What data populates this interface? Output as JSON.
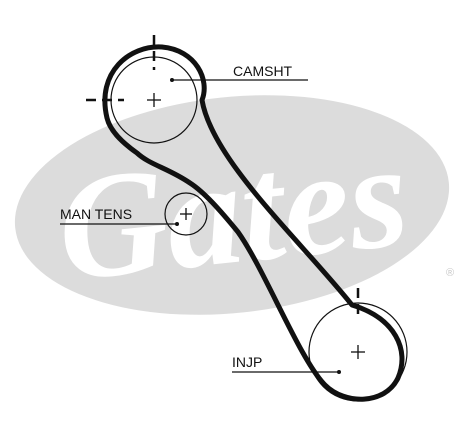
{
  "watermark": {
    "brand": "Gates",
    "registered_mark": "®"
  },
  "labels": {
    "camshaft": "CAMSHT",
    "tensioner": "MAN TENS",
    "injection_pump": "INJP"
  },
  "colors": {
    "ink": "#111111",
    "watermark_fill": "#dcdcdc",
    "background": "#ffffff"
  }
}
